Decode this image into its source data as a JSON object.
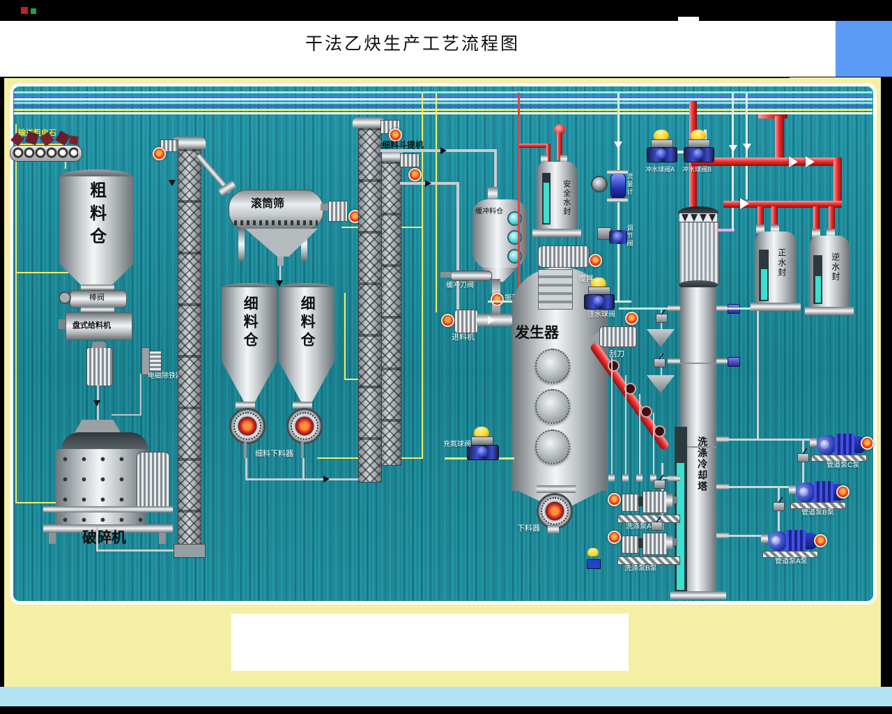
{
  "title": "干法乙炔生产工艺流程图",
  "raw": {
    "conveyor": "输送粗电石",
    "coarse_silo": "粗料仓",
    "rod_valve": "棒阀",
    "disc_feeder": "盘式给料机",
    "magnetic_separator": "电磁除铁器",
    "crusher": "破碎机"
  },
  "screen": {
    "drum_screen": "滚筒筛",
    "fine_silo_a": "细料仓",
    "fine_silo_b": "细料仓",
    "fine_discharger": "细料下料器",
    "fine_bucket_elevator": "细料斗提机"
  },
  "gen": {
    "buffer_silo": "缓冲料仓",
    "buffer_knife_valve": "缓冲刀阀",
    "oscillator": "振荡器",
    "feeder": "进料机",
    "generator": "发生器",
    "stirrer": "搅拌",
    "safety_water_seal": "安全水封",
    "flow_meter": "流量计",
    "control_valve": "调节阀",
    "water_injection_valve": "注水球阀",
    "scraper": "刮刀",
    "nitrogen_valve": "充氮球阀",
    "discharger": "下料器"
  },
  "wash": {
    "washing_tower": "洗涤冷却塔",
    "positive_water_seal": "正水封",
    "reverse_water_seal": "逆水封",
    "flush_valve_a": "冲水球阀A",
    "flush_valve_b": "冲水球阀B",
    "wash_pump_a": "洗涤泵A泵",
    "wash_pump_b": "洗涤泵B泵",
    "pipeline_pump_a": "管道泵A泵",
    "pipeline_pump_b": "管道泵B泵",
    "pipeline_pump_c": "管道泵C泵"
  },
  "colors": {
    "teal_bg": "#15818f",
    "accent_red": "#ef3030",
    "accent_yellow": "#f2ef5e",
    "mint_line": "#cdf2dc",
    "cyan_level": "#3ae0d0",
    "pump_blue": "#2a3ad0",
    "panel_yellow": "#f4efa4",
    "footer_blue": "#b2e3f5",
    "corner_blue": "#5b9bf7"
  }
}
